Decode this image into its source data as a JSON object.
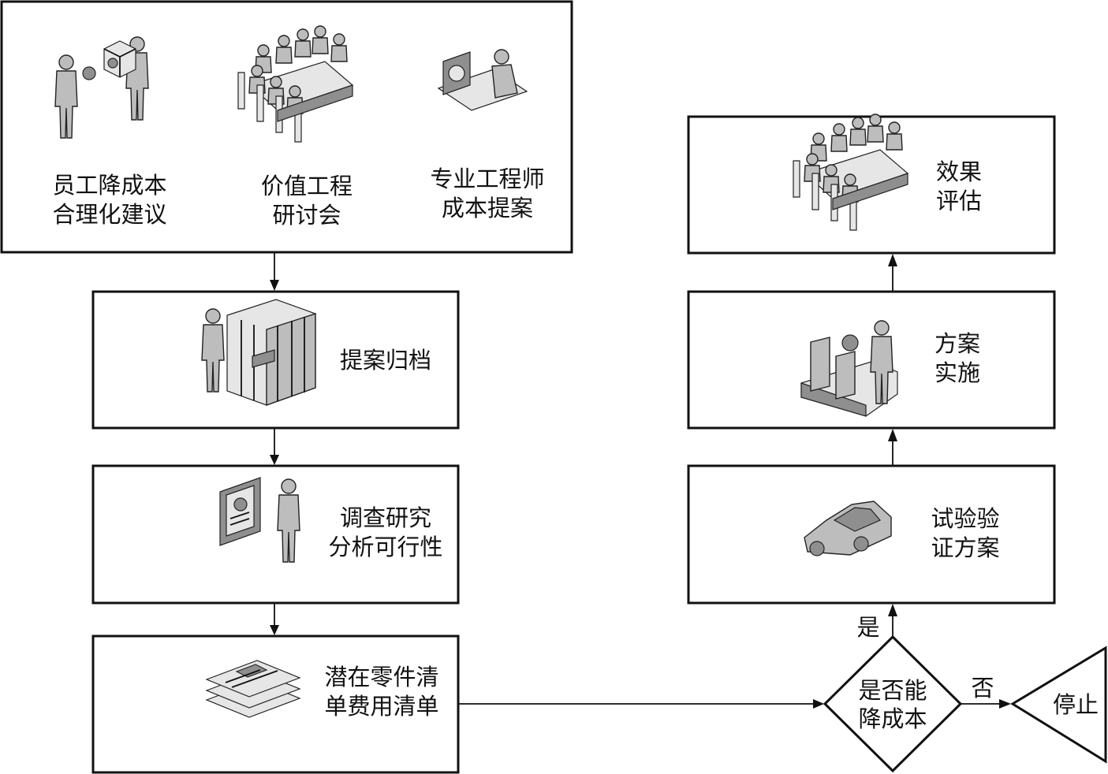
{
  "colors": {
    "stroke": "#111111",
    "figure_fill": "#bdbdbd",
    "background": "#ffffff"
  },
  "top_box": {
    "item1": {
      "line1": "员工降成本",
      "line2": "合理化建议",
      "icon": "people-handover-gear-icon"
    },
    "item2": {
      "line1": "价值工程",
      "line2": "研讨会",
      "icon": "meeting-table-icon"
    },
    "item3": {
      "line1": "专业工程师",
      "line2": "成本提案",
      "icon": "engineer-computer-icon"
    }
  },
  "step_archive": {
    "line1": "提案归档",
    "icon": "file-cabinet-icon"
  },
  "step_research": {
    "line1": "调查研究",
    "line2": "分析可行性",
    "icon": "presentation-board-icon"
  },
  "step_list": {
    "line1": "潜在零件清",
    "line2": "单费用清单",
    "icon": "documents-stack-icon"
  },
  "decision": {
    "line1": "是否能",
    "line2": "降成本",
    "yes_label": "是",
    "no_label": "否"
  },
  "stop": {
    "label": "停止"
  },
  "step_test": {
    "line1": "试验验",
    "line2": "证方案",
    "icon": "car-icon"
  },
  "step_implement": {
    "line1": "方案",
    "line2": "实施",
    "icon": "assembly-line-icon"
  },
  "step_evaluate": {
    "line1": "效果",
    "line2": "评估",
    "icon": "meeting-table-icon"
  }
}
